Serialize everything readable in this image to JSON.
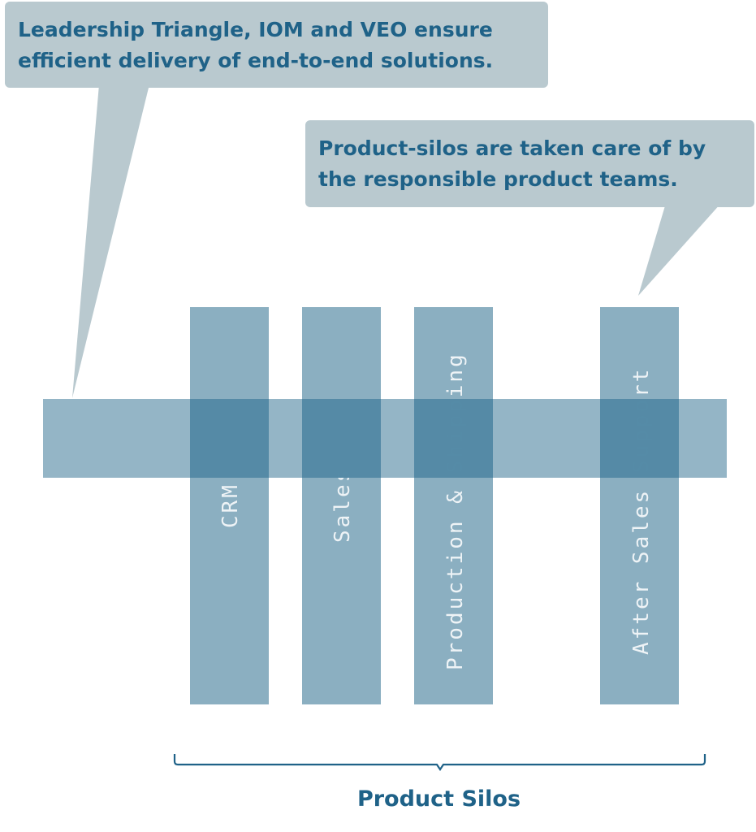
{
  "callouts": {
    "leadership": {
      "line1": "Leadership Triangle, IOM and VEO ensure",
      "line2": "efficient delivery of end-to-end solutions."
    },
    "product_silos": {
      "line1": "Product-silos are taken care of by",
      "line2": "the responsible product teams."
    }
  },
  "silos": [
    {
      "label": "CRM"
    },
    {
      "label": "Sales"
    },
    {
      "label": "Production & Shipping"
    },
    {
      "label": "After Sales Support"
    }
  ],
  "bracket": {
    "label": "Product Silos"
  },
  "colors": {
    "callout_fill": "#b9c9cf",
    "silo_fill": "#8bafc1",
    "overlap_fill": "#4f86a3",
    "text_dark_blue": "#1f6288",
    "silo_text": "#eef3f6"
  }
}
